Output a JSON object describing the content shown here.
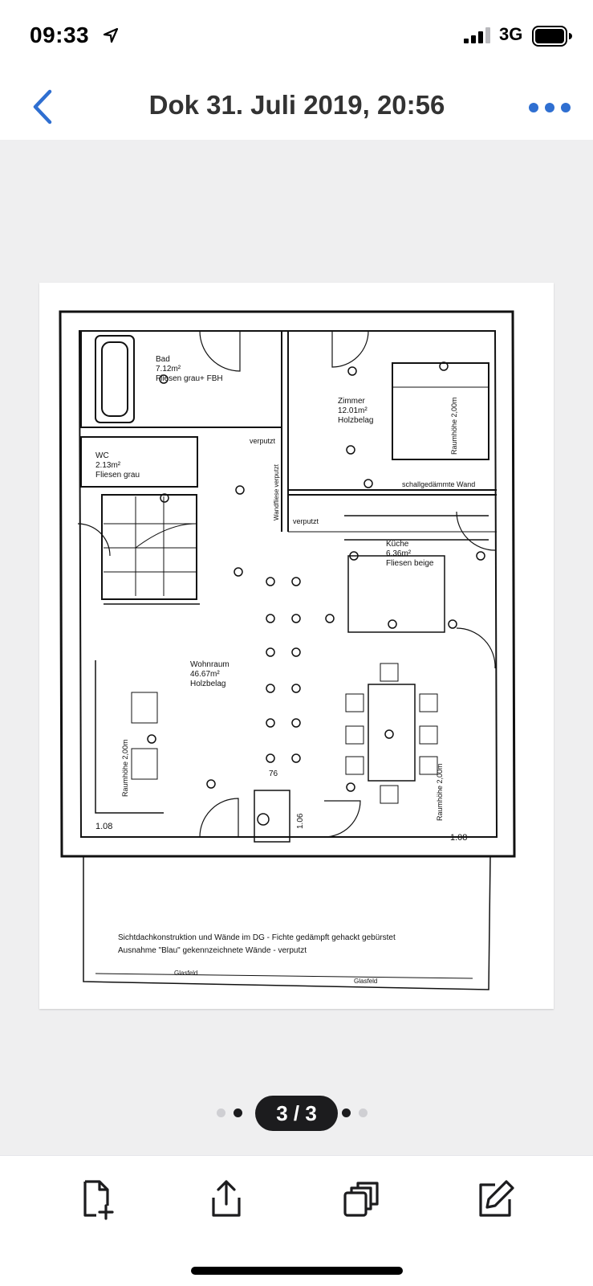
{
  "status_bar": {
    "time": "09:33",
    "network": "3G"
  },
  "nav": {
    "title": "Dok 31. Juli 2019, 20:56"
  },
  "pager": {
    "label": "3 / 3"
  },
  "plan": {
    "bad": "Bad",
    "bad_area": "7.12m²",
    "bad_floor": "Fliesen grau+ FBH",
    "wc": "WC",
    "wc_area": "2.13m²",
    "wc_floor": "Fliesen grau",
    "zimmer": "Zimmer",
    "zimmer_area": "12.01m²",
    "zimmer_floor": "Holzbelag",
    "kueche": "Küche",
    "kueche_area": "6.36m²",
    "kueche_floor": "Fliesen beige",
    "wohnraum": "Wohnraum",
    "wohnraum_area": "46.67m²",
    "wohnraum_floor": "Holzbelag",
    "verputzt1": "verputzt",
    "verputzt2": "verputzt",
    "wandfliese": "Wandfliese verputzt",
    "schall": "schallgedämmte Wand",
    "raumhoehe": "Raumhöhe 2,00m",
    "dim1": "1.08",
    "dim2": "1.08",
    "dim3": "76",
    "dim4": "1.06",
    "note1": "Sichtdachkonstruktion und Wände im DG - Fichte gedämpft gehackt gebürstet",
    "note2": "Ausnahme \"Blau\" gekennzeichnete Wände - verputzt",
    "glas1": "Glasfeld",
    "glas2": "Glasfeld"
  }
}
